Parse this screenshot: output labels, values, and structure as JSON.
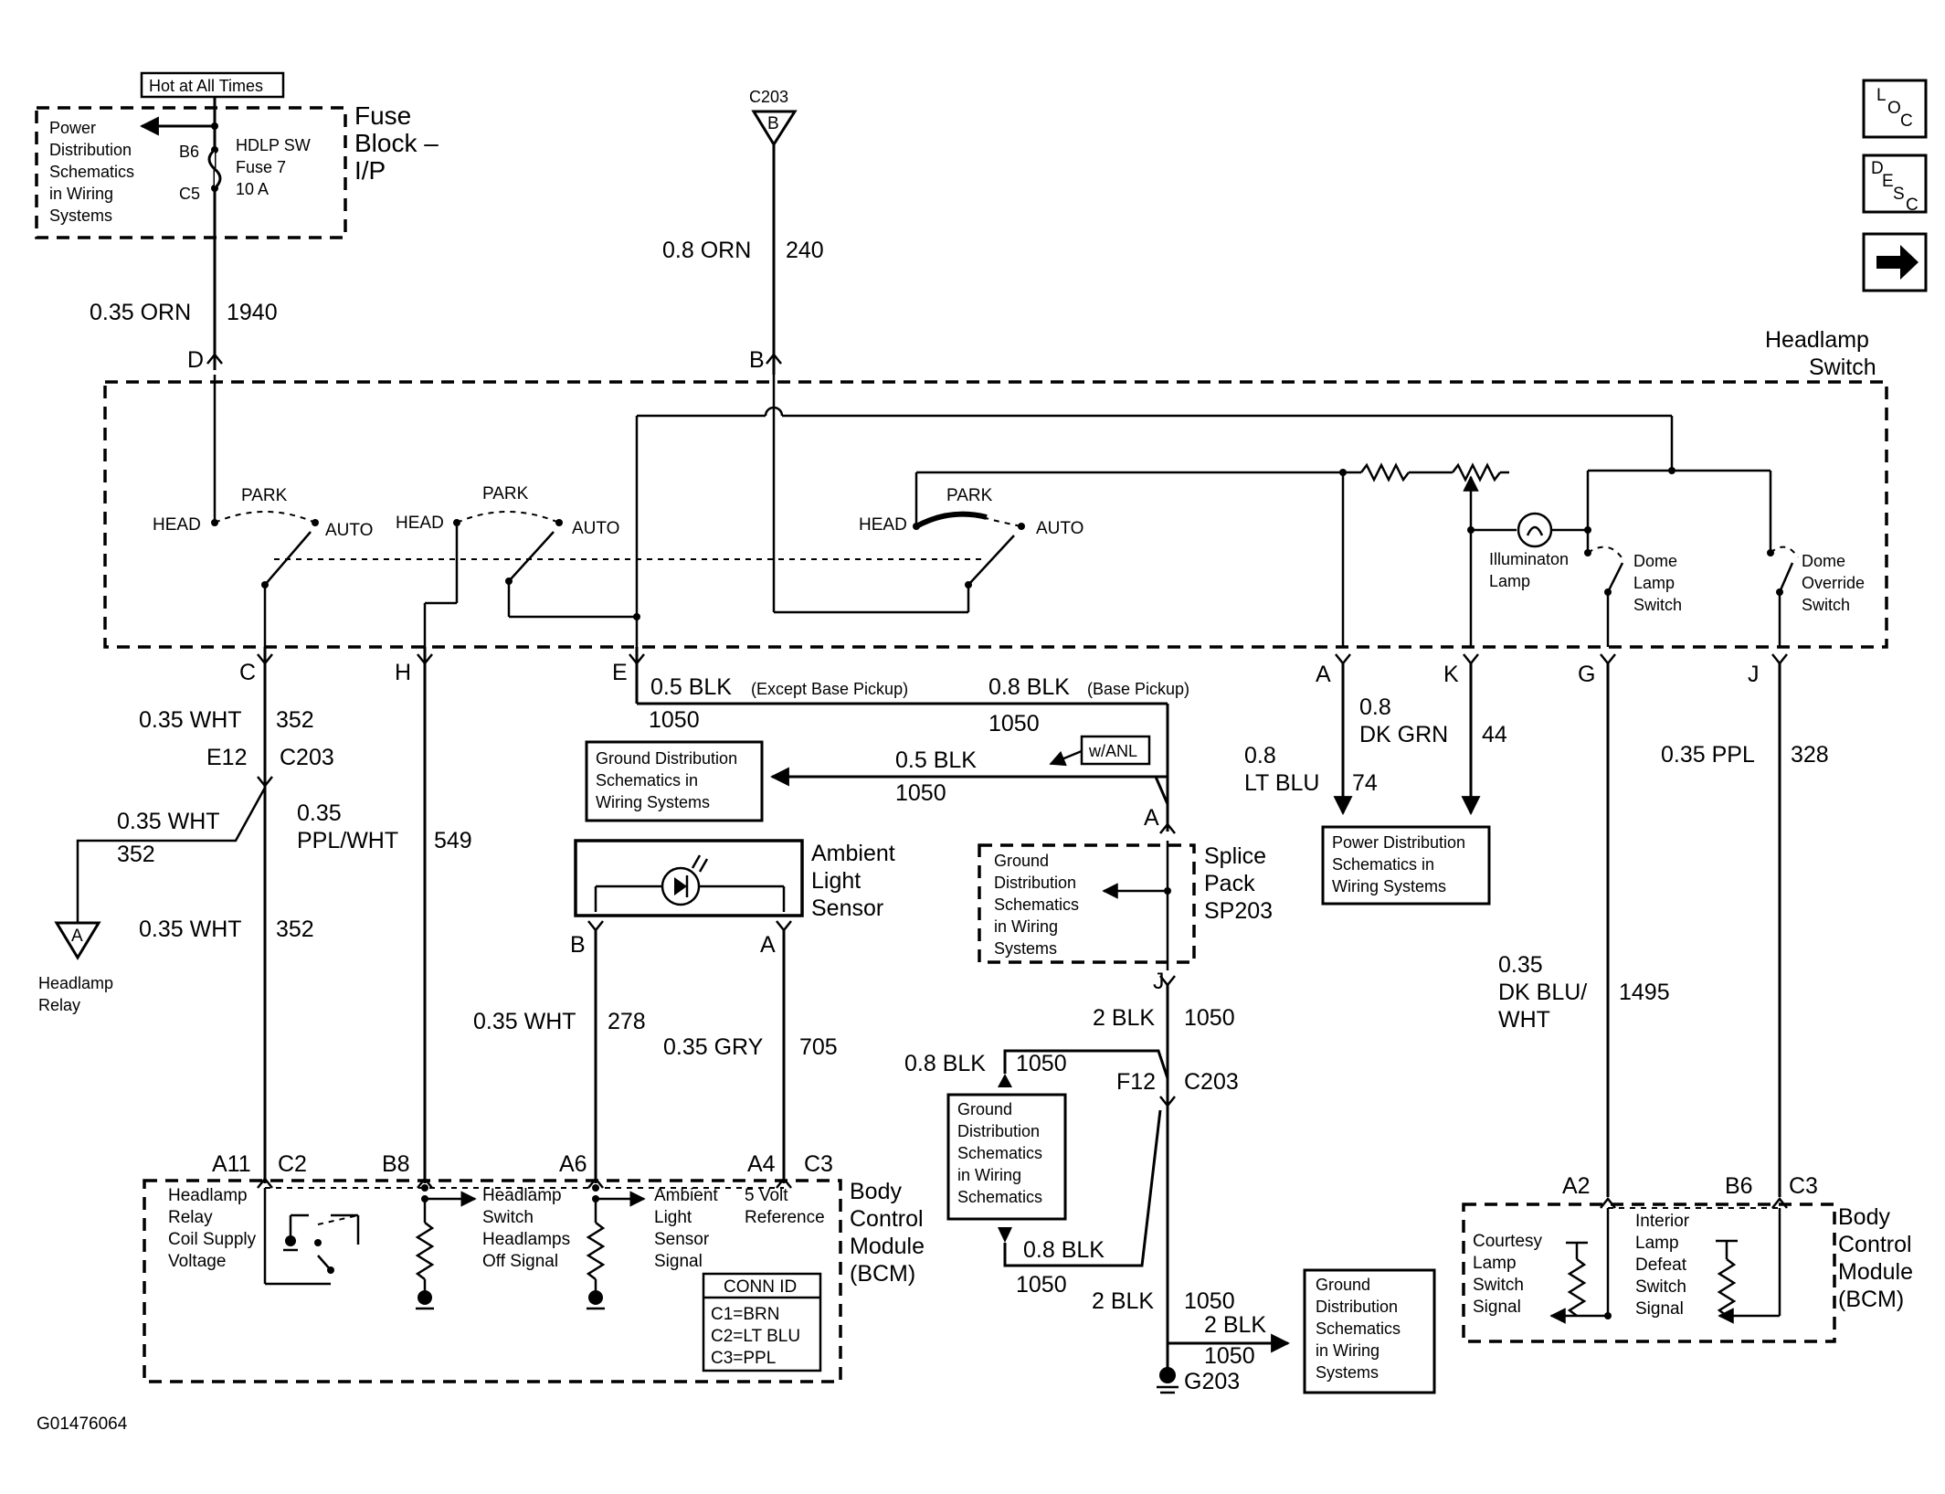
{
  "fuse_block": {
    "hot_label": "Hot at All Times",
    "power_dist": [
      "Power",
      "Distribution",
      "Schematics",
      "in Wiring",
      "Systems"
    ],
    "pin_top": "B6",
    "pin_bottom": "C5",
    "fuse_text": [
      "HDLP SW",
      "Fuse 7",
      "10 A"
    ],
    "title": [
      "Fuse",
      "Block –",
      "I/P"
    ]
  },
  "c203_top": {
    "connector": "C203",
    "pin": "B"
  },
  "wires": {
    "d_gauge": "0.35 ORN",
    "d_circuit": "1940",
    "b_gauge": "0.8 ORN",
    "b_circuit": "240",
    "c_gauge": "0.35 WHT",
    "c_circuit": "352",
    "e12": "E12",
    "c203": "C203",
    "relay_gauge": "0.35 WHT",
    "relay_circuit": "352",
    "c_lower_gauge": "0.35 WHT",
    "c_lower_circuit": "352",
    "h_gauge": [
      "0.35",
      "PPL/WHT"
    ],
    "h_circuit": "549",
    "e_gauge": "0.5 BLK",
    "e_note": "(Except Base Pickup)",
    "e_circuit": "1050",
    "base_gauge": "0.8 BLK",
    "base_note": "(Base Pickup)",
    "base_circuit": "1050",
    "anl_gauge": "0.5 BLK",
    "anl_circuit": "1050",
    "anl_option": "w/ANL",
    "a_gauge": [
      "0.8",
      "LT BLU"
    ],
    "a_circuit": "74",
    "k_gauge": [
      "0.8",
      "DK GRN"
    ],
    "k_circuit": "44",
    "g_gauge": [
      "0.35",
      "DK BLU/",
      "WHT"
    ],
    "g_circuit": "1495",
    "j_gauge": "0.35 PPL",
    "j_circuit": "328",
    "sensor_b_gauge": "0.35 WHT",
    "sensor_b_circuit": "278",
    "sensor_a_gauge": "0.35 GRY",
    "sensor_a_circuit": "705",
    "sp_j_gauge": "2 BLK",
    "sp_j_circuit": "1050",
    "gnd_left_gauge": "0.8 BLK",
    "gnd_left_circuit": "1050",
    "f12": "F12",
    "c203_b": "C203",
    "gnd_return_gauge": "0.8 BLK",
    "gnd_return_circuit": "1050",
    "g203_gauge": "2 BLK",
    "g203_circuit": "1050",
    "g203_right_gauge": "2 BLK",
    "g203_right_circuit": "1050"
  },
  "headlamp_switch": {
    "title": [
      "Headlamp",
      "Switch"
    ],
    "pins": {
      "d": "D",
      "b": "B",
      "c": "C",
      "h": "H",
      "e": "E",
      "a": "A",
      "k": "K",
      "g": "G",
      "j": "J"
    },
    "head": "HEAD",
    "park": "PARK",
    "auto": "AUTO",
    "illum": [
      "Illuminaton",
      "Lamp"
    ],
    "dome_lamp": [
      "Dome",
      "Lamp",
      "Switch"
    ],
    "dome_override": [
      "Dome",
      "Override",
      "Switch"
    ]
  },
  "headlamp_relay": [
    "Headlamp",
    "Relay"
  ],
  "ground_dist_1": [
    "Ground Distribution",
    "Schematics in",
    "Wiring Systems"
  ],
  "ground_dist_2": [
    "Ground",
    "Distribution",
    "Schematics",
    "in Wiring",
    "Systems"
  ],
  "ground_dist_3": [
    "Ground",
    "Distribution",
    "Schematics",
    "in Wiring",
    "Schematics"
  ],
  "ground_dist_4": [
    "Ground",
    "Distribution",
    "Schematics",
    "in Wiring",
    "Systems"
  ],
  "power_dist_2": [
    "Power Distribution",
    "Schematics in",
    "Wiring Systems"
  ],
  "ambient_sensor": {
    "title": [
      "Ambient",
      "Light",
      "Sensor"
    ],
    "pin_b": "B",
    "pin_a": "A"
  },
  "splice_pack": {
    "title": [
      "Splice",
      "Pack",
      "SP203"
    ],
    "pin_a": "A",
    "pin_j": "J"
  },
  "g203": "G203",
  "bcm_left": {
    "title": [
      "Body",
      "Control",
      "Module",
      "(BCM)"
    ],
    "pins": {
      "a11": "A11",
      "c2": "C2",
      "b8": "B8",
      "a6": "A6",
      "a4": "A4",
      "c3": "C3"
    },
    "relay_text": [
      "Headlamp",
      "Relay",
      "Coil Supply",
      "Voltage"
    ],
    "switch_text": [
      "Headlamp",
      "Switch",
      "Headlamps",
      "Off Signal"
    ],
    "sensor_text": [
      "Ambient",
      "Light",
      "Sensor",
      "Signal"
    ],
    "ref_text": [
      "5 Volt",
      "Reference"
    ],
    "conn_id": [
      "CONN ID",
      "C1=BRN",
      "C2=LT BLU",
      "C3=PPL"
    ]
  },
  "bcm_right": {
    "title": [
      "Body",
      "Control",
      "Module",
      "(BCM)"
    ],
    "pins": {
      "a2": "A2",
      "b6": "B6",
      "c3": "C3"
    },
    "courtesy_text": [
      "Courtesy",
      "Lamp",
      "Switch",
      "Signal"
    ],
    "interior_text": [
      "Interior",
      "Lamp",
      "Defeat",
      "Switch",
      "Signal"
    ]
  },
  "nav": {
    "loc": [
      "L",
      "O",
      "C"
    ],
    "desc": [
      "D",
      "E",
      "S",
      "C"
    ]
  },
  "figure_id": "G01476064"
}
